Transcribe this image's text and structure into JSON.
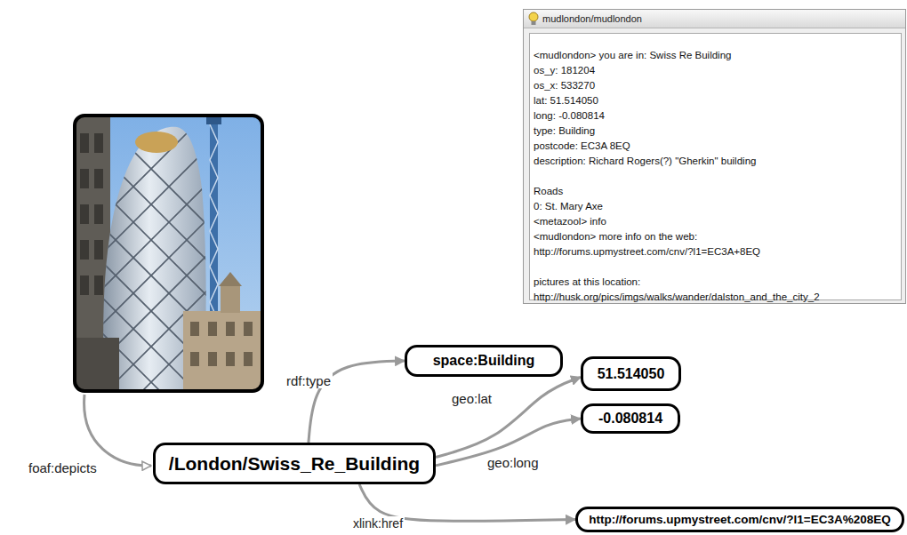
{
  "diagram": {
    "nodes": [
      {
        "text": [
          "mudlondon/mudlondon",
          "<mudlondon> you are in: Swiss Re Building",
          "os_y: 181204",
          "os_x: 533270",
          "lat: 51.514050",
          "long: -0.080814",
          "type: Building",
          "postcode: EC3A 8EQ",
          "description: Richard Rogers(?) \"Gherkin\" building",
          "Roads",
          "0: St. Mary Axe",
          "<metazool> info",
          "<mudlondon> more info on the web:",
          "http://forums.upmystreet.com/cnv/?l1=EC3A+8EQ",
          "pictures at this location:",
          "http://husk.org/pics/imgs/walks/wander/dalston_and_the_city_2"
        ]
      },
      {
        "text": [
          "space:Building"
        ]
      },
      {
        "text": [
          "51.514050"
        ]
      },
      {
        "text": [
          "-0.080814"
        ]
      },
      {
        "text": [
          "/London/Swiss_Re_Building"
        ]
      },
      {
        "text": [
          "http://forums.upmystreet.com/cnv/?l1=EC3A%208EQ"
        ]
      }
    ],
    "edges": [
      {
        "from": 4,
        "to": 1,
        "arrow": "to",
        "label": "rdf:type"
      },
      {
        "from": 4,
        "to": 2,
        "arrow": "to",
        "label": "geo:lat"
      },
      {
        "from": 4,
        "to": 3,
        "arrow": "to",
        "label": "geo:long"
      },
      {
        "from": 4,
        "to": 5,
        "arrow": "to",
        "label": "xlink:href"
      }
    ],
    "labels": [
      "foaf:depicts"
    ]
  }
}
